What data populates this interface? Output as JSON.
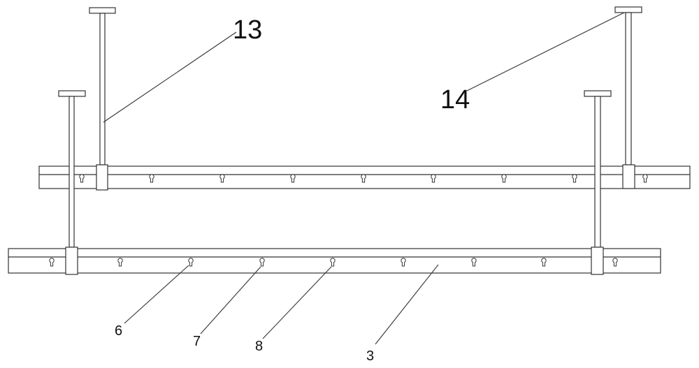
{
  "labels": {
    "l13": "13",
    "l14": "14",
    "l6": "6",
    "l7": "7",
    "l8": "8",
    "l3": "3"
  }
}
